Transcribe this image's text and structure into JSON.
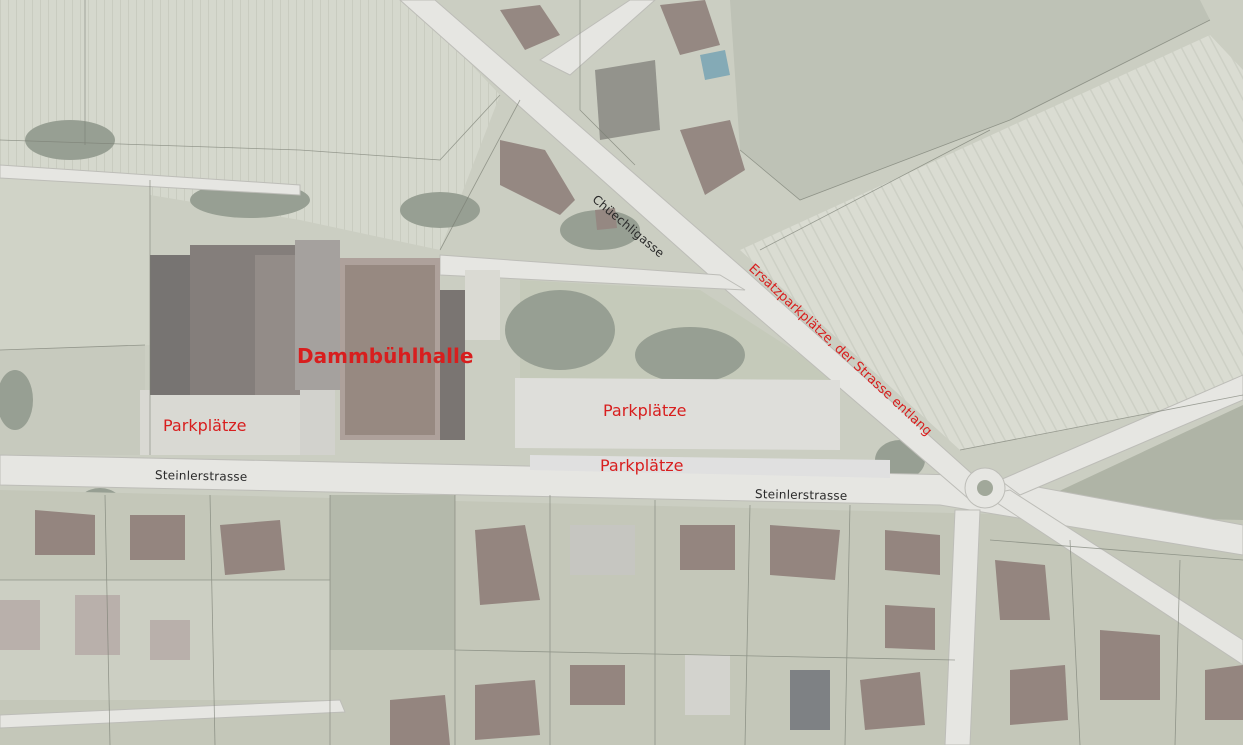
{
  "map": {
    "labels": {
      "building": "Dammbühlhalle",
      "parking_west": "Parkplätze",
      "parking_mid_upper": "Parkplätze",
      "parking_mid_lower": "Parkplätze",
      "parking_along_road": "Ersatzparkplätze, der Strasse entlang"
    },
    "streets": {
      "steinlerstrasse_west": "Steinlerstrasse",
      "steinlerstrasse_east": "Steinlerstrasse",
      "chuechligasse": "Chüechligasse"
    }
  },
  "colors": {
    "annotation_red": "#d81e1e"
  }
}
